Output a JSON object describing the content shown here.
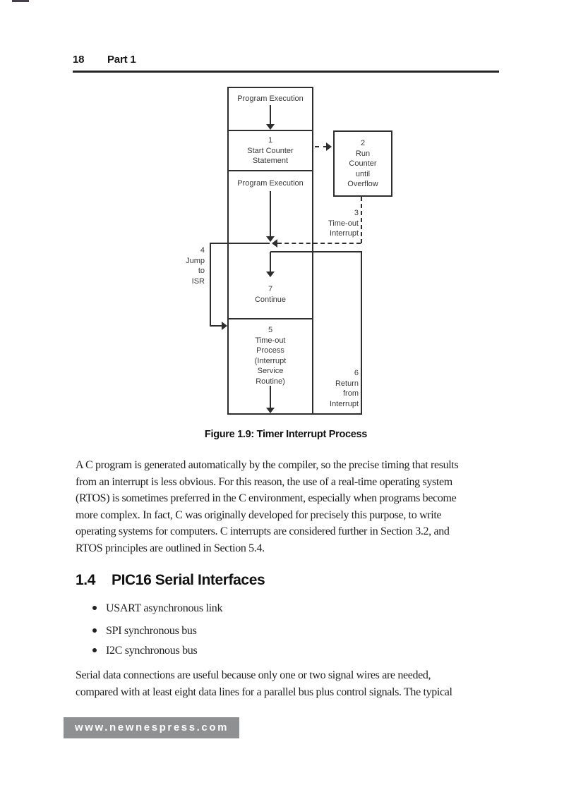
{
  "header": {
    "page_number": "18",
    "part_label": "Part 1"
  },
  "figure": {
    "caption": "Figure 1.9: Timer Interrupt Process",
    "labels": {
      "program_execution_top": "Program Execution",
      "step_1": "1\nStart Counter\nStatement",
      "program_execution_mid": "Program Execution",
      "step_2": "2\nRun\nCounter\nuntil\nOverflow",
      "step_3": "3\nTime-out\nInterrupt",
      "step_4": "4\nJump\nto\nISR",
      "step_7": "7\nContinue",
      "step_5": "5\nTime-out\nProcess\n(Interrupt\nService\nRoutine)",
      "step_6": "6\nReturn\nfrom\nInterrupt"
    }
  },
  "paragraph_1": {
    "lines": [
      "A C program is generated automatically by the compiler, so the precise timing that results",
      "from an interrupt is less obvious. For this reason, the use of a real-time operating system",
      "(RTOS) is sometimes preferred in the C environment, especially when programs become",
      "more complex. In fact, C was originally developed for precisely this purpose, to write",
      "operating systems for computers. C interrupts are considered further in Section 3.2, and",
      "RTOS principles are outlined in Section 5.4."
    ]
  },
  "section": {
    "number": "1.4",
    "title": "PIC16 Serial Interfaces"
  },
  "bullets": [
    "USART asynchronous link",
    "SPI synchronous bus",
    "I2C synchronous bus"
  ],
  "paragraph_2": {
    "lines": [
      "Serial data connections are useful because only one or two signal wires are needed,",
      "compared with at least eight data lines for a parallel bus plus control signals. The typical"
    ]
  },
  "footer": {
    "url_text": "www.newnespress.com"
  },
  "colors": {
    "footer_background": "#8f9091",
    "footer_text": "#fdfdfd",
    "diagram_line": "#2e2e2e",
    "body_text": "#1e1e1e"
  }
}
